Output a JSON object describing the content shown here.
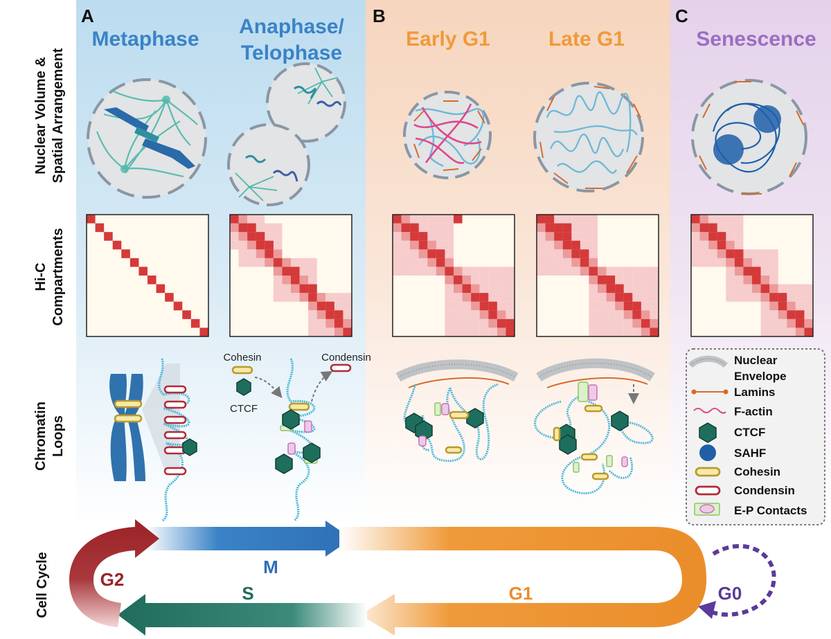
{
  "panels": {
    "a": {
      "letter": "A",
      "stage1": "Metaphase",
      "stage2_line1": "Anaphase/",
      "stage2_line2": "Telophase"
    },
    "b": {
      "letter": "B",
      "stage1": "Early G1",
      "stage2": "Late G1"
    },
    "c": {
      "letter": "C",
      "stage1": "Senescence"
    }
  },
  "row_labels": {
    "nuclear_line1": "Nuclear Volume &",
    "nuclear_line2": "Spatial Arrangement",
    "hic_line1": "Hi-C",
    "hic_line2": "Compartments",
    "loops_line1": "Chromatin",
    "loops_line2": "Loops",
    "cycle": "Cell Cycle"
  },
  "annotations": {
    "cohesin": "Cohesin",
    "ctcf": "CTCF",
    "condensin": "Condensin"
  },
  "legend": {
    "items": [
      {
        "icon": "nuclear-envelope-icon",
        "line1": "Nuclear",
        "line2": "Envelope"
      },
      {
        "icon": "lamins-icon",
        "line1": "Lamins"
      },
      {
        "icon": "f-actin-icon",
        "line1": "F-actin"
      },
      {
        "icon": "ctcf-icon",
        "line1": "CTCF"
      },
      {
        "icon": "sahf-icon",
        "line1": "SAHF"
      },
      {
        "icon": "cohesin-icon",
        "line1": "Cohesin"
      },
      {
        "icon": "condensin-icon",
        "line1": "Condensin"
      },
      {
        "icon": "ep-contacts-icon",
        "line1": "E-P Contacts"
      }
    ]
  },
  "cycle": {
    "m": "M",
    "g2": "G2",
    "s": "S",
    "g1": "G1",
    "g0": "G0"
  },
  "colors": {
    "panel_a": "#bcdcef",
    "panel_b": "#f6d5bd",
    "panel_c": "#e4d2ea",
    "blue": "#3a83c6",
    "orange": "#ef9a3a",
    "purple": "#9b6ec2",
    "red": "#9b2226",
    "teal": "#1f6b5c",
    "ctcf": "#1e6e5e",
    "hic_dark": "#d43a3a",
    "hic_mid": "#ec9a9a",
    "hic_light": "#f6cccc",
    "hic_bg": "#fff9ee"
  }
}
